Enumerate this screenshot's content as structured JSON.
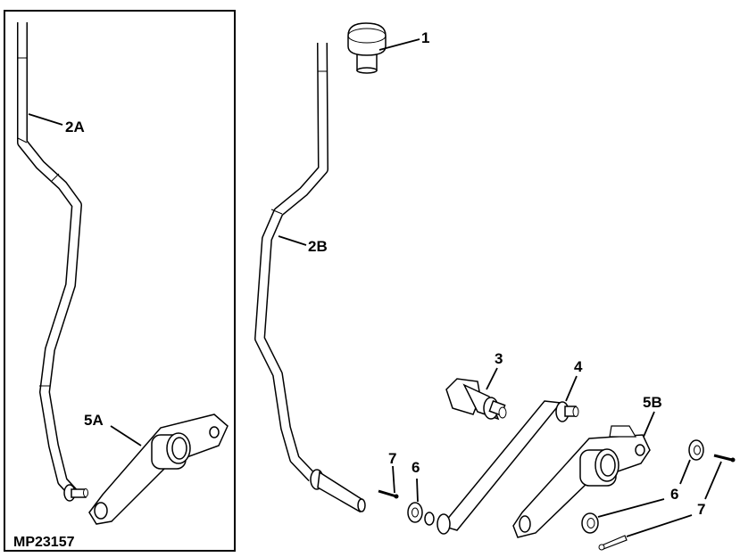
{
  "figure_code": "MP23157",
  "callouts": {
    "c1": "1",
    "c2A": "2A",
    "c2B": "2B",
    "c3": "3",
    "c4": "4",
    "c5A": "5A",
    "c5B": "5B",
    "c6_left": "6",
    "c6_right": "6",
    "c7_left": "7",
    "c7_right": "7"
  },
  "colors": {
    "ink": "#000000",
    "paper": "#ffffff"
  }
}
